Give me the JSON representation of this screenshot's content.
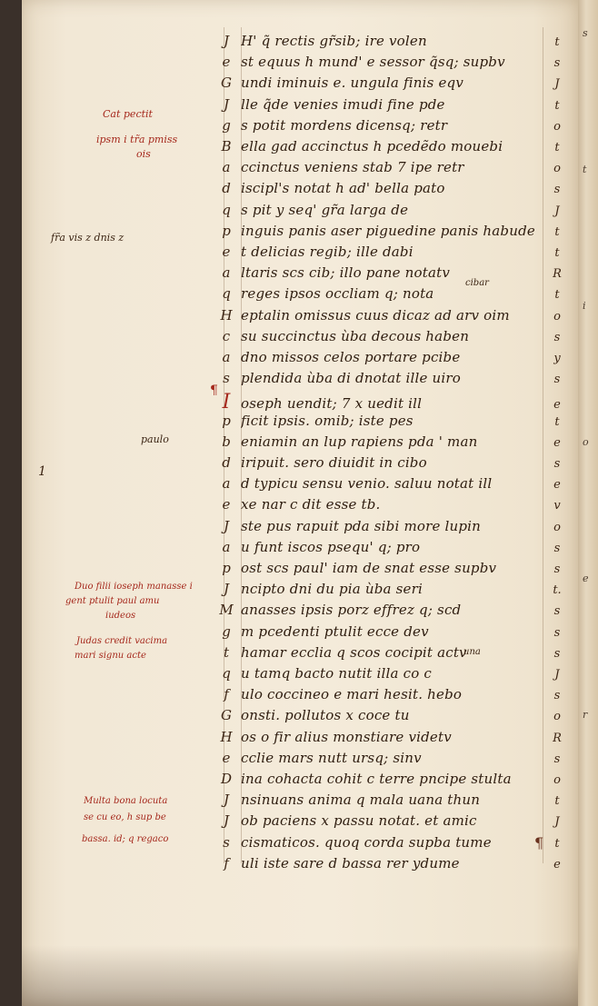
{
  "lines": [
    {
      "initial": "J",
      "text": "H' q̃ rectis gr̃sib; ire volen",
      "right": "t"
    },
    {
      "initial": "e",
      "text": "st equus h mund' e sessor q̃sq; supbv",
      "right": "s"
    },
    {
      "initial": "G",
      "text": "undi iminuis e. ungula finis eqv",
      "right": "J"
    },
    {
      "initial": "J",
      "text": "lle q̃de venies imudi fine pde",
      "right": "t"
    },
    {
      "initial": "g",
      "text": "s potit mordens dicensq; retr",
      "right": "o"
    },
    {
      "initial": "B",
      "text": "ella gad accinctus h pcedẽdo mouebi",
      "right": "t"
    },
    {
      "initial": "a",
      "text": "ccinctus veniens stab 7 ipe retr",
      "right": "o"
    },
    {
      "initial": "d",
      "text": "iscipl's notat h ad' bella pato",
      "right": "s"
    },
    {
      "initial": "q",
      "text": "s pit y seq' gr̃a larga de",
      "right": "J"
    },
    {
      "initial": "p",
      "text": "inguis panis aser piguedine panis habude",
      "right": "t"
    },
    {
      "initial": "e",
      "text": "t delicias regib; ille dabi",
      "right": "t"
    },
    {
      "initial": "a",
      "text": "ltaris scs cib; illo pane notatv",
      "right": "R"
    },
    {
      "initial": "q",
      "text": "reges ipsos occliam q; nota",
      "right": "t"
    },
    {
      "initial": "H",
      "text": "eptalin omissus cuus dicaz ad arv oim",
      "right": "o"
    },
    {
      "initial": "c",
      "text": "su succinctus ùba decous haben",
      "right": "s"
    },
    {
      "initial": "a",
      "text": "dno missos celos portare pcibe",
      "right": "y"
    },
    {
      "initial": "s",
      "text": "plendida ùba di dnotat ille uiro",
      "right": "s"
    },
    {
      "initial": "I",
      "text": "oseph uendit; 7 x uedit ill",
      "right": "e"
    },
    {
      "initial": "p",
      "text": "ficit ipsis. omib; iste pes",
      "right": "t"
    },
    {
      "initial": "b",
      "text": "eniamin an lup rapiens pda ' man",
      "right": "e"
    },
    {
      "initial": "d",
      "text": "iripuit. sero diuidit in cibo",
      "right": "s"
    },
    {
      "initial": "a",
      "text": "d typicu sensu venio. saluu notat ill",
      "right": "e"
    },
    {
      "initial": "e",
      "text": "xe nar c dit esse tb.",
      "right": "v"
    },
    {
      "initial": "J",
      "text": "ste pus rapuit pda sibi more lupin",
      "right": "o"
    },
    {
      "initial": "a",
      "text": "u funt iscos psequ' q; pro",
      "right": "s"
    },
    {
      "initial": "p",
      "text": "ost scs paul' iam de snat esse supbv",
      "right": "s"
    },
    {
      "initial": "J",
      "text": "ncipto dni du pia ùba seri",
      "right": "t."
    },
    {
      "initial": "M",
      "text": "anasses ipsis porz effrez q; scd",
      "right": "s"
    },
    {
      "initial": "g",
      "text": "m pcedenti ptulit ecce dev",
      "right": "s"
    },
    {
      "initial": "t",
      "text": "hamar ecclia q scos cocipit actv",
      "right": "s"
    },
    {
      "initial": "q",
      "text": "u tamq bacto nutit illa co  c",
      "right": "J"
    },
    {
      "initial": "f",
      "text": "ulo coccineo e mari hesit. hebo",
      "right": "s"
    },
    {
      "initial": "G",
      "text": "onsti. pollutos x coce tu",
      "right": "o"
    },
    {
      "initial": "H",
      "text": "os o fir alius monstiare videtv",
      "right": "R"
    },
    {
      "initial": "e",
      "text": "cclie mars nutt ursq; sinv",
      "right": "s"
    },
    {
      "initial": "D",
      "text": "ina cohacta cohit c terre pncipe stulta",
      "right": "o"
    },
    {
      "initial": "J",
      "text": "nsinuans anima q mala uana thun",
      "right": "t"
    },
    {
      "initial": "J",
      "text": "ob paciens x passu notat. et amic",
      "right": "J"
    },
    {
      "initial": "s",
      "text": "cismaticos. quoq corda supba tume",
      "right": "t"
    },
    {
      "initial": "f",
      "text": "uli iste sare d bassa rer ydume",
      "right": "e"
    }
  ],
  "glosses": [
    {
      "text": "cibar"
    },
    {
      "text": "una"
    }
  ],
  "margin_notes": [
    {
      "text": "Cat pectit"
    },
    {
      "text": "ipsm i tr̃a pmiss"
    },
    {
      "text": "ois"
    },
    {
      "text": "fr̃a vis z dnis z"
    },
    {
      "text": "paulo"
    },
    {
      "text": "1"
    },
    {
      "text": "Duo filii ioseph manasse i"
    },
    {
      "text": "gent ptulit paul amu"
    },
    {
      "text": "iudeos"
    },
    {
      "text": "Judas credit vacima"
    },
    {
      "text": "mari signu acte"
    },
    {
      "text": "Multa bona locuta"
    },
    {
      "text": "se cu eo, h sup be"
    },
    {
      "text": "bassa. id; q regaco"
    }
  ],
  "edge_letters": [
    "s",
    "t",
    "i",
    "o",
    "e",
    "r"
  ],
  "colors": {
    "ink": "#2d1b0e",
    "rubric": "#a5281c",
    "parchment": "#f2e8d6",
    "background": "#3a302a"
  }
}
